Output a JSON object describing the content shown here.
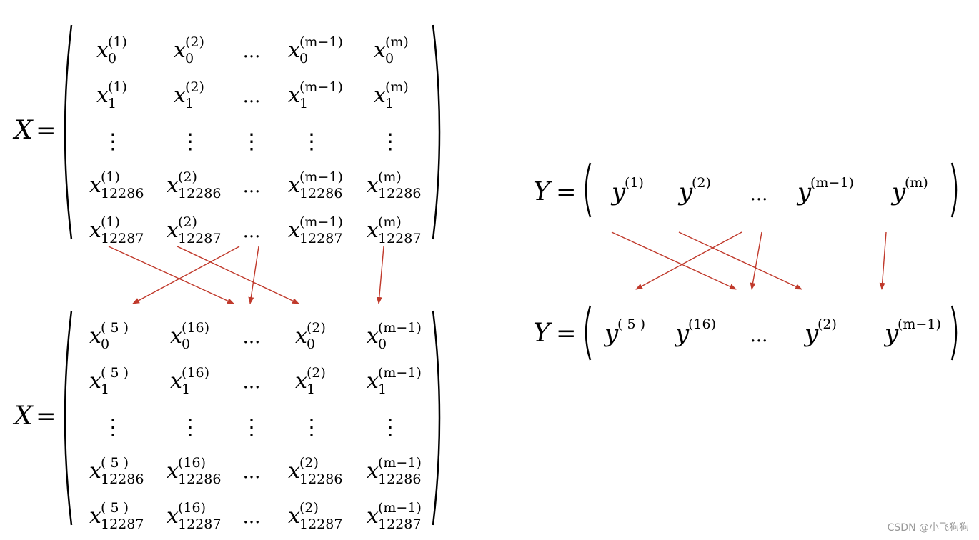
{
  "colors": {
    "text": "#000000",
    "arrow": "#c0392b",
    "watermark": "#9a9a9a"
  },
  "equals": "=",
  "ellipsis": "...",
  "vdots": "⋮",
  "watermark": "CSDN @小飞狗狗",
  "matrix_top": {
    "lhs": "X",
    "base": "x",
    "subscripts": [
      "0",
      "1",
      "",
      "12286",
      "12287"
    ],
    "superscripts": [
      "(1)",
      "(2)",
      "...",
      "(m−1)",
      "(m)"
    ]
  },
  "matrix_bottom": {
    "lhs": "X",
    "base": "x",
    "subscripts": [
      "0",
      "1",
      "",
      "12286",
      "12287"
    ],
    "superscripts": [
      "( 5 )",
      "(16)",
      "...",
      "(2)",
      "(m−1)"
    ]
  },
  "vector_top": {
    "lhs": "Y",
    "base": "y",
    "superscripts": [
      "(1)",
      "(2)",
      "...",
      "(m−1)",
      "(m)"
    ]
  },
  "vector_bottom": {
    "lhs": "Y",
    "base": "y",
    "superscripts": [
      "( 5 )",
      "(16)",
      "...",
      "(2)",
      "(m−1)"
    ]
  },
  "shuffle_mapping": [
    {
      "from": 0,
      "to": 1
    },
    {
      "from": 1,
      "to": 3
    },
    {
      "from": 3,
      "to": 0
    },
    {
      "from": 3,
      "to": 2
    },
    {
      "from": 4,
      "to": 4
    }
  ]
}
